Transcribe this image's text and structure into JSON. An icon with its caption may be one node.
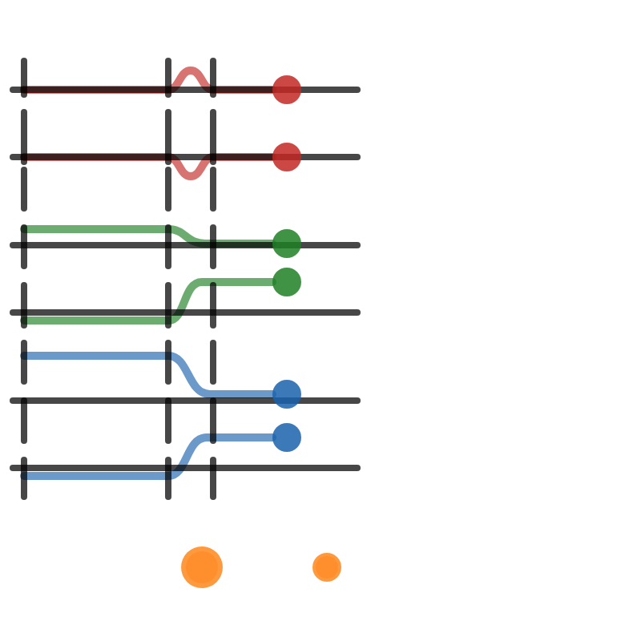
{
  "diagram": {
    "nodes": [
      {
        "text": [],
        "shape": "circle"
      },
      {
        "text": [],
        "shape": "circle"
      },
      {
        "text": [],
        "shape": "circle"
      },
      {
        "text": [],
        "shape": "circle"
      },
      {
        "text": [],
        "shape": "circle"
      },
      {
        "text": [],
        "shape": "circle"
      },
      {
        "text": [],
        "shape": "circle"
      },
      {
        "text": [],
        "shape": "circle"
      }
    ],
    "edges": [
      {
        "from": null,
        "to": 0,
        "arrow": "none",
        "color": "#c22823"
      },
      {
        "from": null,
        "to": 1,
        "arrow": "none",
        "color": "#c22823"
      },
      {
        "from": null,
        "to": 2,
        "arrow": "none",
        "color": "#1f7f25"
      },
      {
        "from": null,
        "to": 3,
        "arrow": "none",
        "color": "#1f7f25"
      },
      {
        "from": null,
        "to": 4,
        "arrow": "none",
        "color": "#1a62ad"
      },
      {
        "from": null,
        "to": 5,
        "arrow": "none",
        "color": "#1a62ad"
      }
    ]
  }
}
